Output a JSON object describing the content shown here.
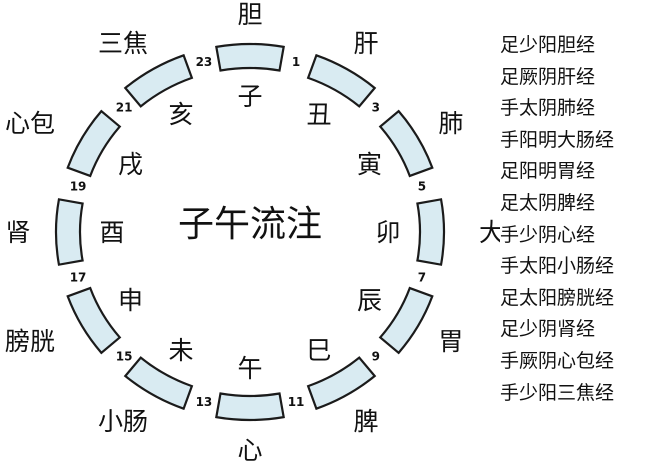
{
  "diagram": {
    "title": "子午流注",
    "hour_marks": [
      "23",
      "1",
      "3",
      "5",
      "7",
      "9",
      "11",
      "13",
      "15",
      "17",
      "19",
      "21"
    ],
    "branches": [
      "子",
      "丑",
      "寅",
      "卯",
      "辰",
      "巳",
      "午",
      "未",
      "申",
      "酉",
      "戌",
      "亥"
    ],
    "organs": [
      "胆",
      "肝",
      "肺",
      "大肠",
      "胃",
      "脾",
      "心",
      "小肠",
      "膀胱",
      "肾",
      "心包",
      "三焦"
    ]
  },
  "meridians": [
    "足少阳胆经",
    "足厥阴肝经",
    "手太阴肺经",
    "手阳明大肠经",
    "足阳明胃经",
    "足太阴脾经",
    "手少阴心经",
    "手太阳小肠经",
    "足太阳膀胱经",
    "足少阴肾经",
    "手厥阴心包经",
    "手少阳三焦经"
  ]
}
